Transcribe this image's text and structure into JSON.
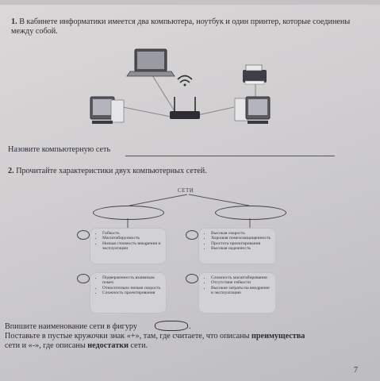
{
  "q1": {
    "number": "1.",
    "text": "В кабинете информатики имеется два компьютера, ноутбук и один принтер, которые соединены между собой."
  },
  "prompt_name": "Назовите компьютерную сеть",
  "q2": {
    "number": "2.",
    "text": "Прочитайте характеристики двух компьютерных сетей."
  },
  "tree": {
    "root": "СЕТИ",
    "cards": [
      {
        "items": [
          "Гибкость",
          "Масштабируемость",
          "Низкая стоимость внедрения и эксплуатации"
        ]
      },
      {
        "items": [
          "Высокая скорость",
          "Хорошая помехозащищенность",
          "Простота проектирования",
          "Высокая надежность"
        ]
      },
      {
        "items": [
          "Подверженность взаимным помех",
          "Относительно низкая скорость",
          "Сложность проектирования"
        ]
      },
      {
        "items": [
          "Сложность масштабирования",
          "Отсутствие гибкости",
          "Высокие затраты на внедрение и эксплуатацию"
        ]
      }
    ]
  },
  "task": {
    "line1": "Впишите наименование сети в фигуру",
    "line1_end": ".",
    "line2_start": "Поставьте в пустые кружочки знак «+», там, где считаете, что описаны ",
    "line2_bold": "преимущества",
    "line3_start": "сети и «-», где описаны ",
    "line3_bold": "недостатки",
    "line3_end": " сети."
  },
  "page_number": "7"
}
